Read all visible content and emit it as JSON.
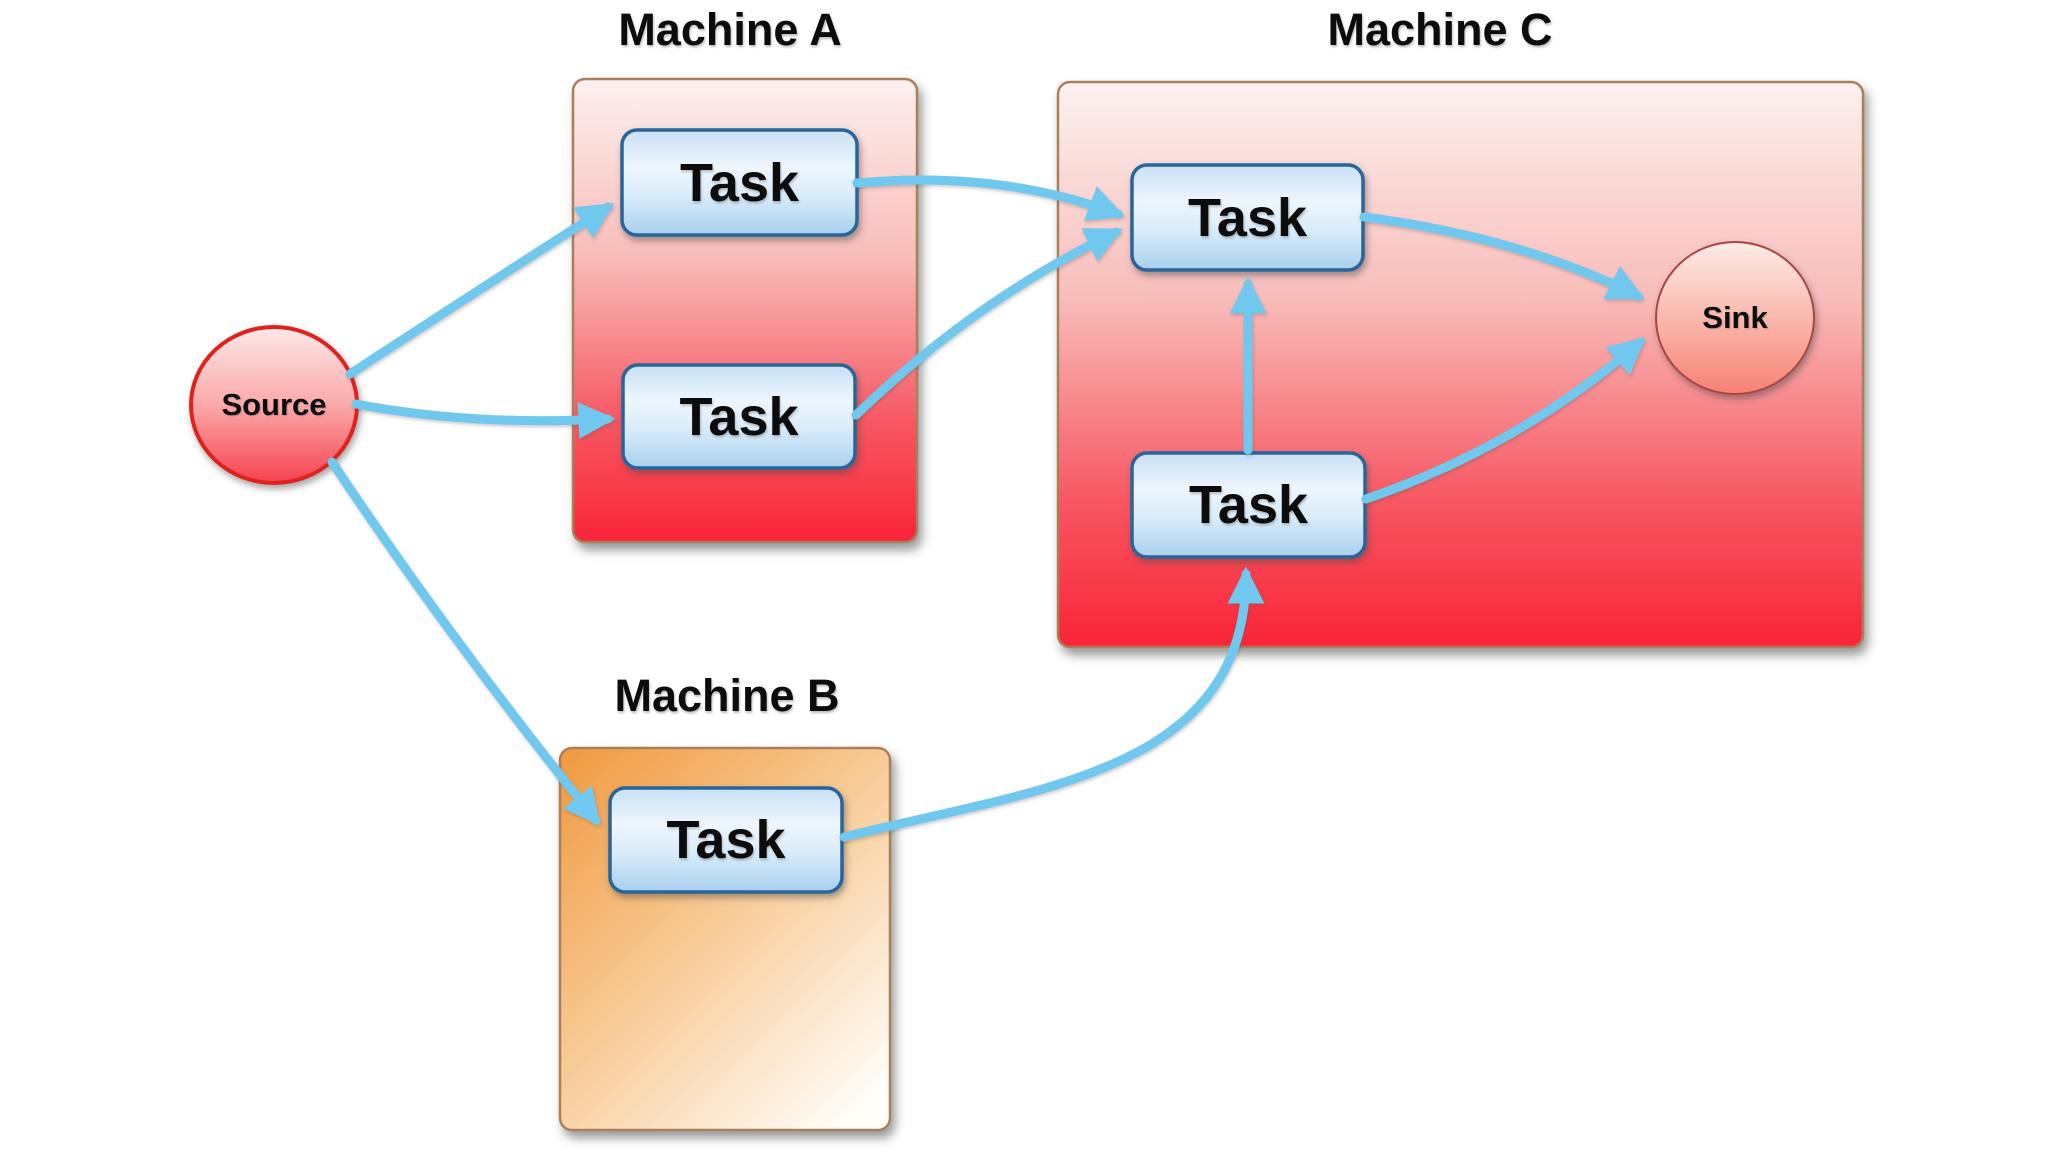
{
  "diagram": {
    "description": "Dataflow topology: a source fans tasks out to machines A and B, whose tasks feed tasks on machine C, which feed a sink",
    "source": {
      "label": "Source"
    },
    "sink": {
      "label": "Sink"
    },
    "machines": [
      {
        "id": "machine-a",
        "title": "Machine A",
        "tasks": [
          "Task",
          "Task"
        ]
      },
      {
        "id": "machine-b",
        "title": "Machine B",
        "tasks": [
          "Task"
        ]
      },
      {
        "id": "machine-c",
        "title": "Machine C",
        "tasks": [
          "Task",
          "Task"
        ]
      }
    ],
    "edges": [
      {
        "from": "source",
        "to": "machine-a.task-1"
      },
      {
        "from": "source",
        "to": "machine-a.task-2"
      },
      {
        "from": "source",
        "to": "machine-b.task-1"
      },
      {
        "from": "machine-a.task-1",
        "to": "machine-c.task-1"
      },
      {
        "from": "machine-a.task-2",
        "to": "machine-c.task-1"
      },
      {
        "from": "machine-b.task-1",
        "to": "machine-c.task-2"
      },
      {
        "from": "machine-c.task-2",
        "to": "machine-c.task-1"
      },
      {
        "from": "machine-c.task-1",
        "to": "sink"
      },
      {
        "from": "machine-c.task-2",
        "to": "sink"
      }
    ],
    "colors": {
      "arrow": "#70c8ee",
      "machine_border": "#a9805a",
      "machine_red_top": "#fcf1ef",
      "machine_red_bottom": "#fa2438",
      "machine_orange_top": "#f0993f",
      "machine_orange_bottom": "#fffef9",
      "task_border": "#2b6599",
      "task_fill_top": "#c8e0f5",
      "task_fill_bottom": "#a8cfee",
      "source_border": "#e0241d",
      "source_fill_bottom": "#f4424e",
      "sink_border": "#a84744",
      "sink_fill_bottom": "#f87f74",
      "text": "#0c0c0c",
      "background": "#ffffff"
    }
  }
}
